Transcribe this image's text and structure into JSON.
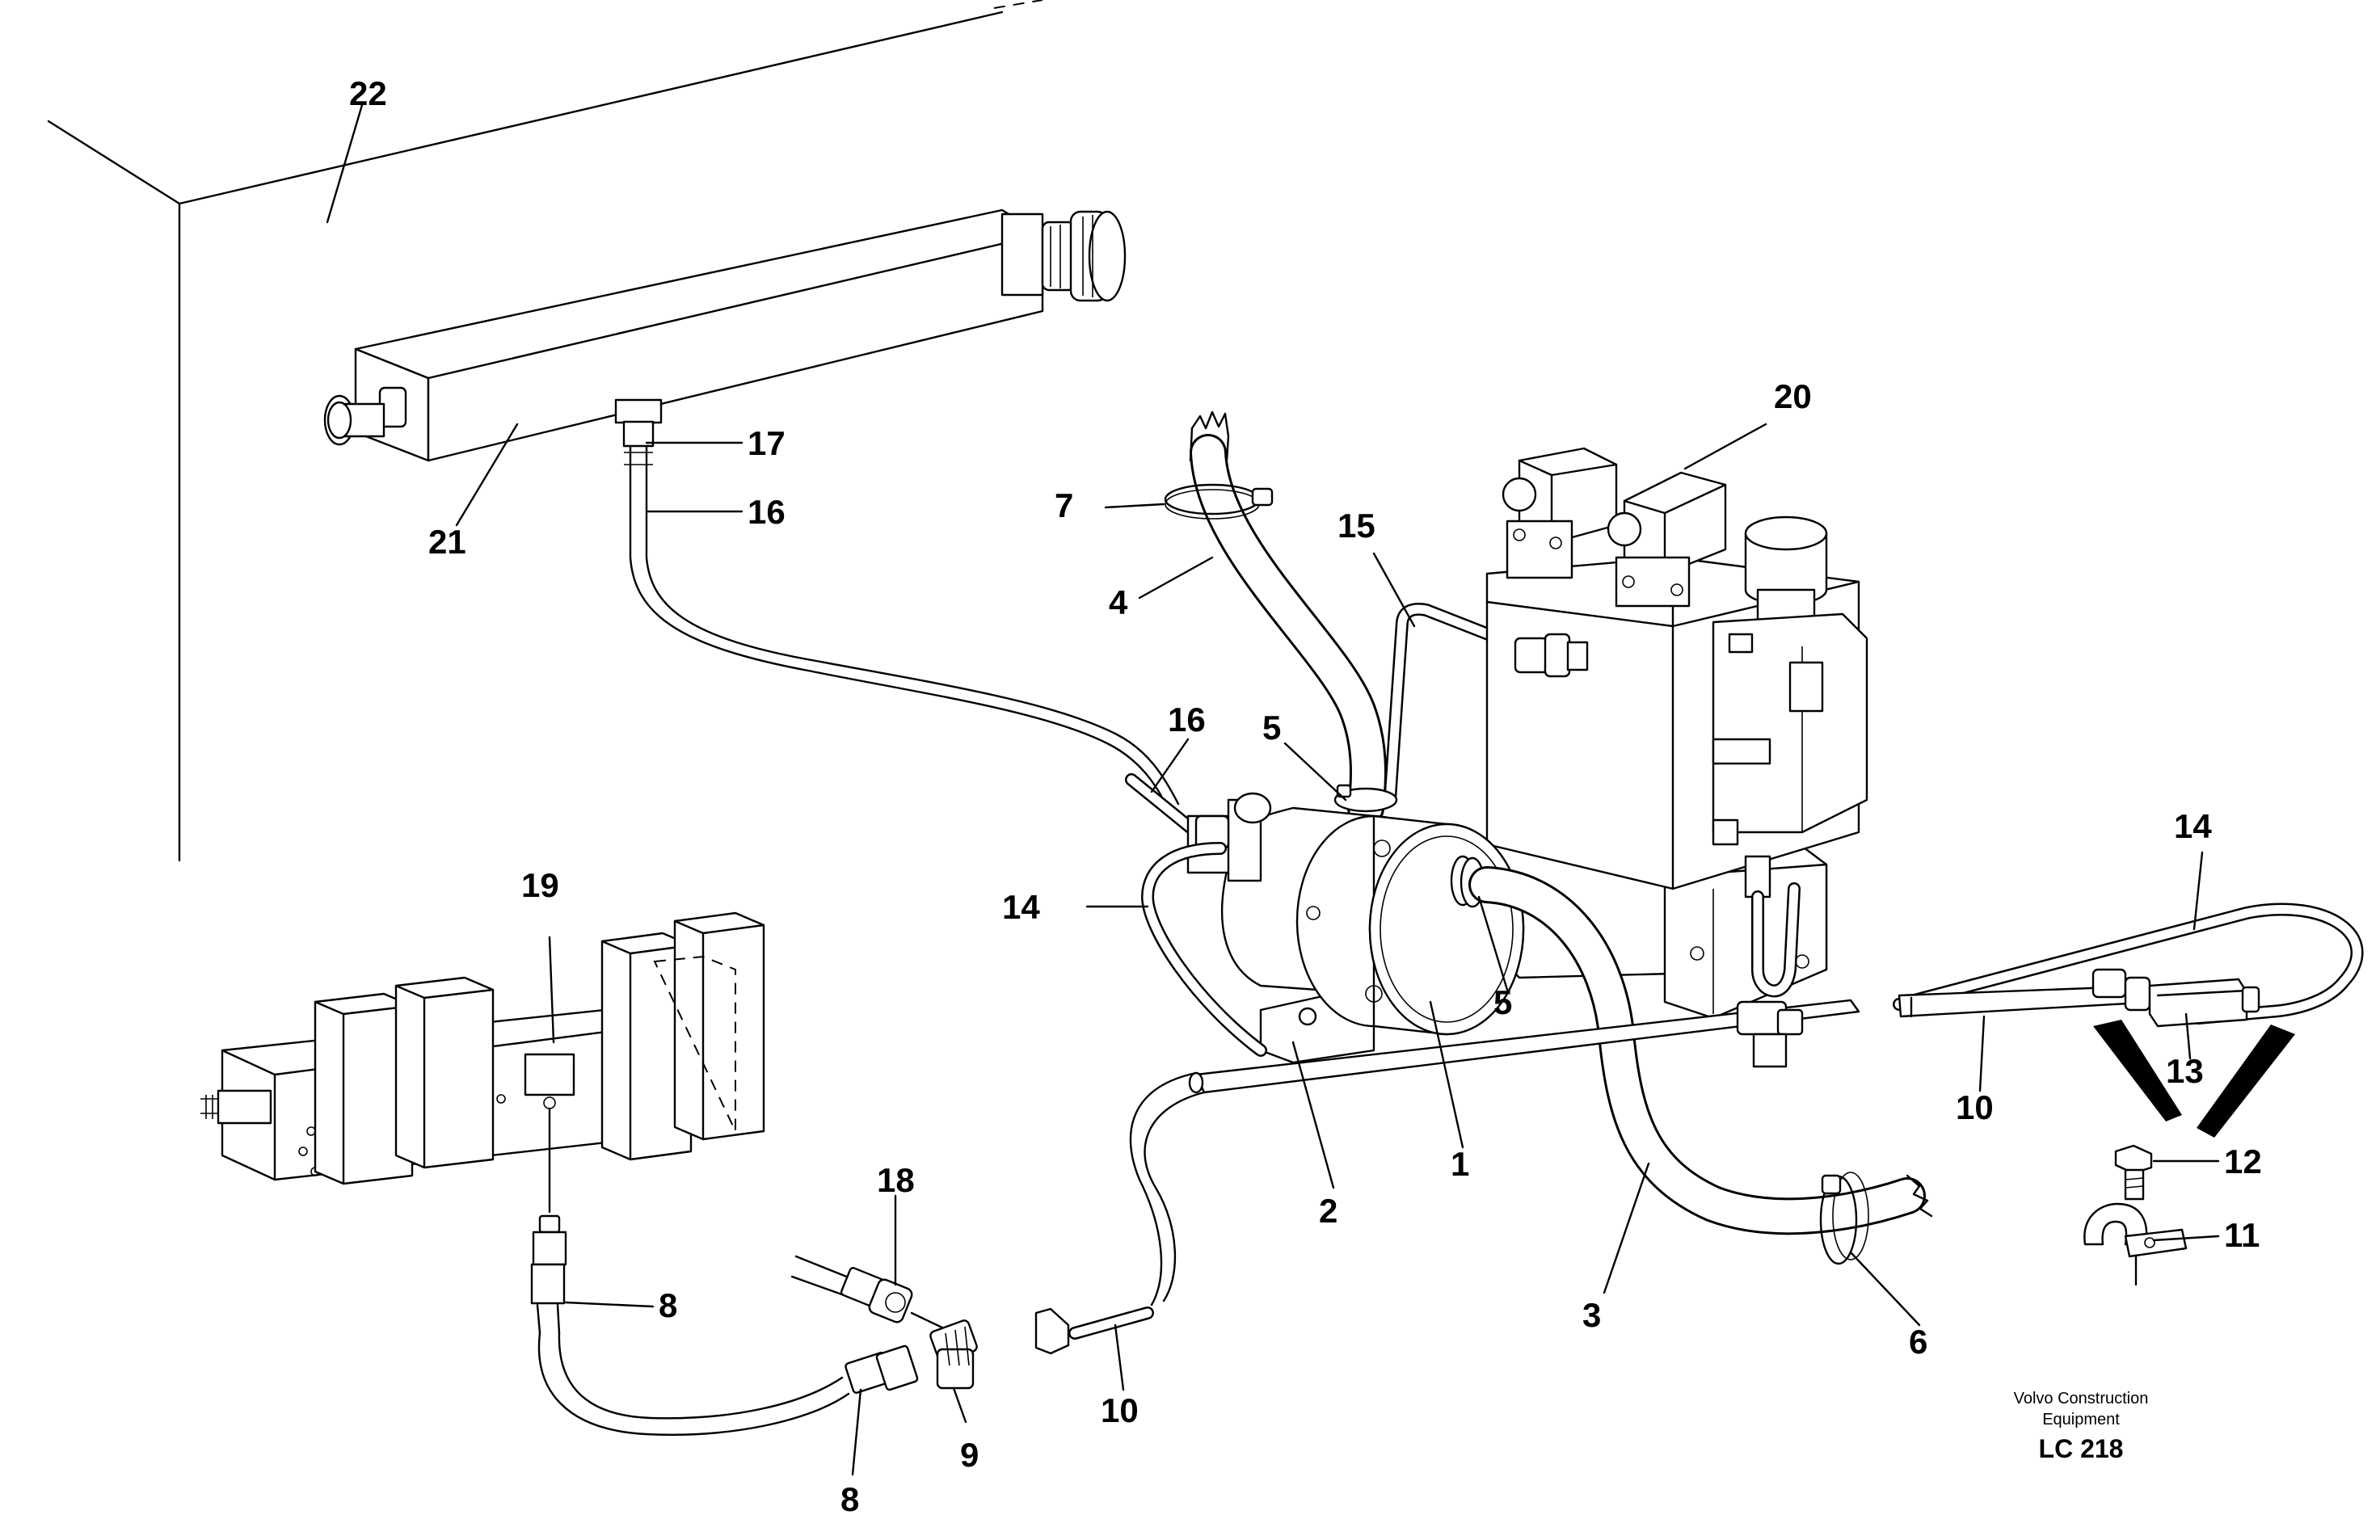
{
  "callouts": {
    "n1": "1",
    "n2": "2",
    "n3": "3",
    "n4": "4",
    "n5a": "5",
    "n5b": "5",
    "n6": "6",
    "n7": "7",
    "n8a": "8",
    "n8b": "8",
    "n9": "9",
    "n10a": "10",
    "n10b": "10",
    "n11": "11",
    "n12": "12",
    "n13": "13",
    "n14a": "14",
    "n14b": "14",
    "n15": "15",
    "n16a": "16",
    "n16b": "16",
    "n17": "17",
    "n18": "18",
    "n19": "19",
    "n20": "20",
    "n21": "21",
    "n22": "22"
  },
  "footer": {
    "line1": "Volvo Construction",
    "line2": "Equipment",
    "code": "LC 218"
  }
}
